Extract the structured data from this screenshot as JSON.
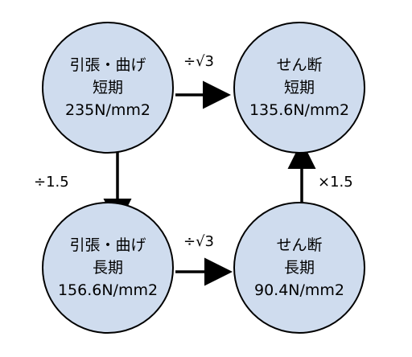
{
  "nodes": {
    "tension_short": {
      "line1": "引張・曲げ",
      "line2": "短期",
      "line3": "235N/mm2"
    },
    "shear_short": {
      "line1": "せん断",
      "line2": "短期",
      "line3": "135.6N/mm2"
    },
    "tension_long": {
      "line1": "引張・曲げ",
      "line2": "長期",
      "line3": "156.6N/mm2"
    },
    "shear_long": {
      "line1": "せん断",
      "line2": "長期",
      "line3": "90.4N/mm2"
    }
  },
  "edges": {
    "top": {
      "label": "÷√3"
    },
    "left": {
      "label": "÷1.5"
    },
    "right": {
      "label": "×1.5"
    },
    "bottom": {
      "label": "÷√3"
    }
  },
  "colors": {
    "node_fill": "#cfdcee",
    "node_stroke": "#000000",
    "arrow": "#000000"
  }
}
